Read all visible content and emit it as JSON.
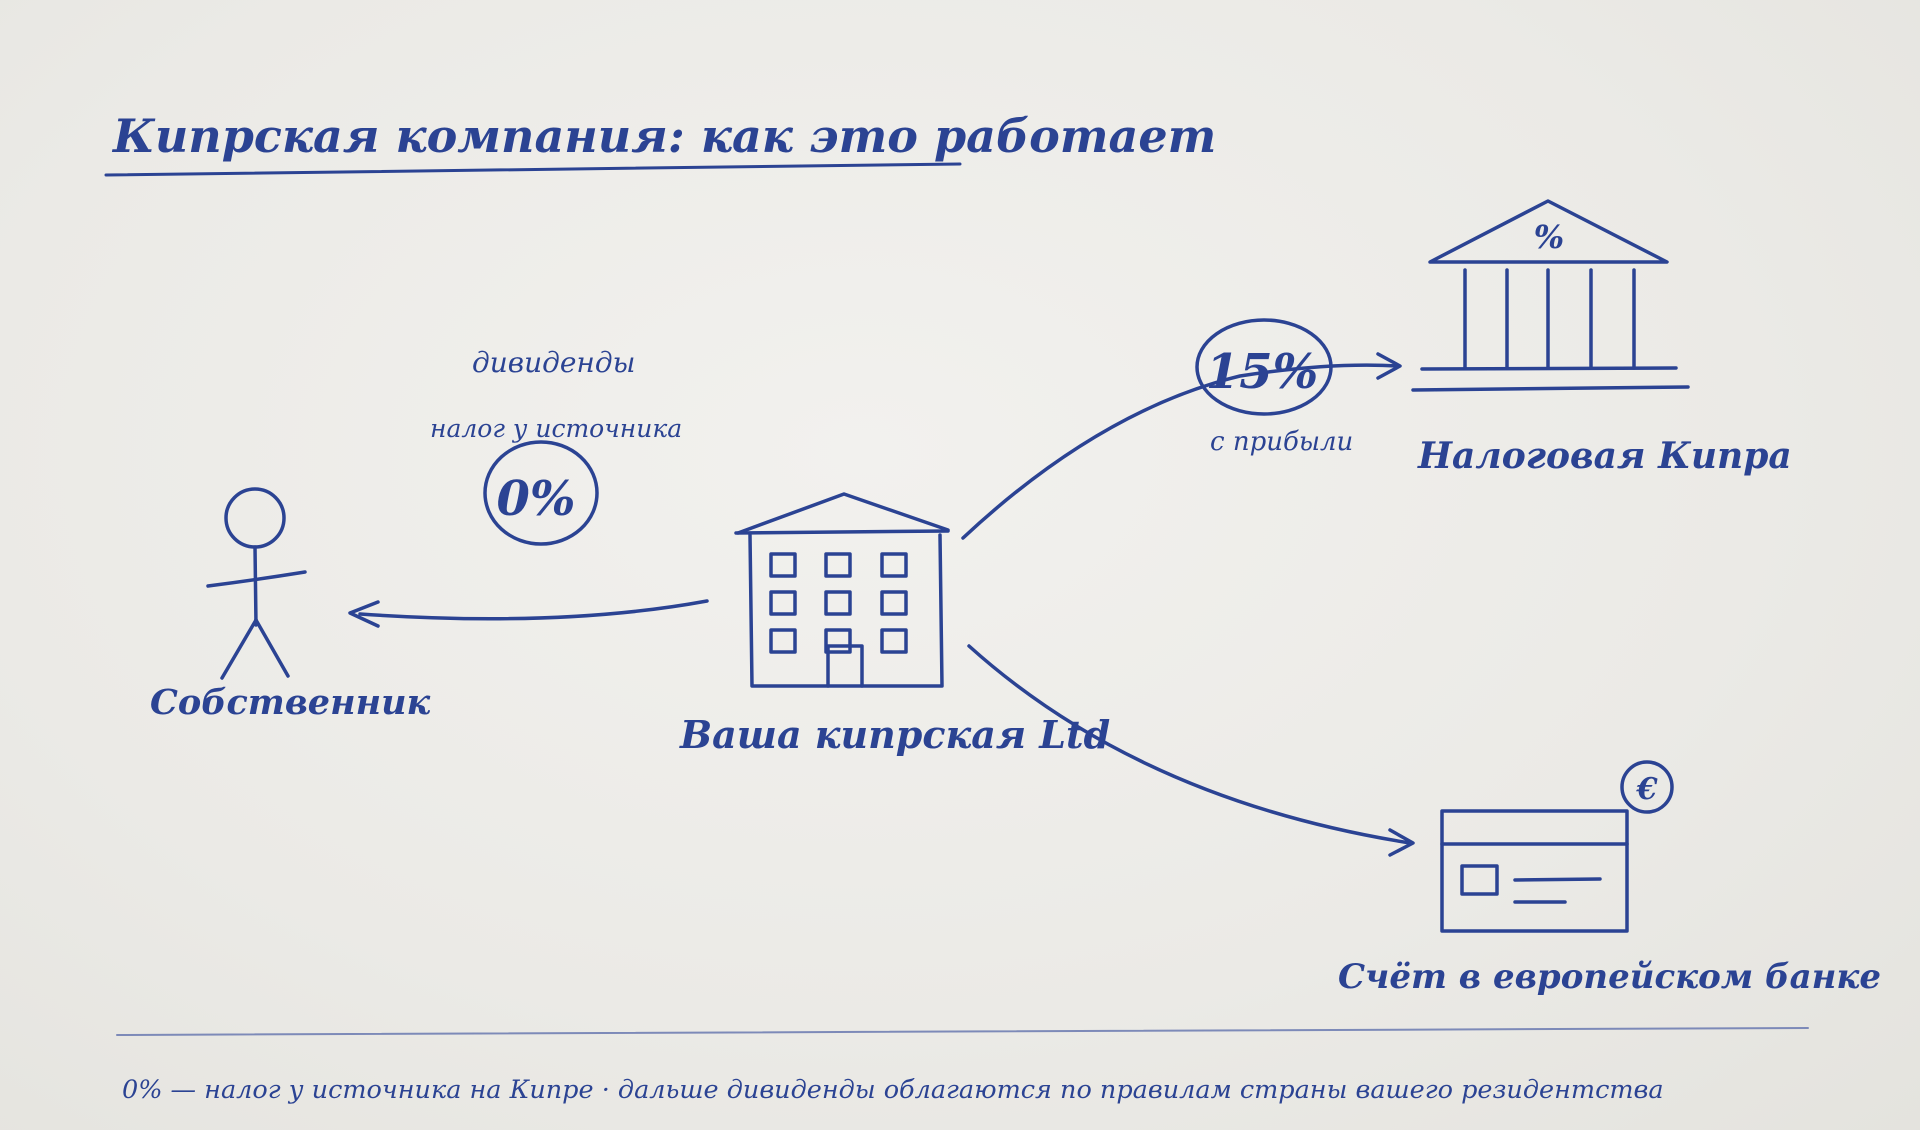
{
  "title": "Кипрская компания: как это работает",
  "nodes": {
    "owner": "Собственник",
    "company": "Ваша кипрская Ltd",
    "tax_office": "Налоговая Кипра",
    "bank_account": "Счёт в европейском банке"
  },
  "dividends": {
    "label": "дивиденды",
    "sublabel": "налог у источника",
    "rate": "0%"
  },
  "profit_tax": {
    "rate": "15%",
    "sublabel": "с прибыли"
  },
  "tax_icon_symbol": "%",
  "bank_icon_symbol": "€",
  "footnote": "0% — налог у источника на Кипре · дальше дивиденды облагаются по правилам страны вашего резидентства",
  "colors": {
    "ink": "#2b4393",
    "paper": "#edece8"
  }
}
